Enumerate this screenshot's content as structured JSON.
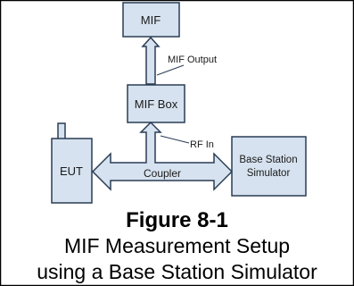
{
  "diagram": {
    "nodes": {
      "mif": "MIF",
      "mif_box": "MIF Box",
      "eut": "EUT",
      "base_station_line1": "Base Station",
      "base_station_line2": "Simulator"
    },
    "labels": {
      "mif_output": "MIF Output",
      "rf_in": "RF In",
      "coupler": "Coupler"
    },
    "colors": {
      "box_fill": "#d6e2ef",
      "arrow_fill": "#d6e2ef",
      "stroke": "#2a3d55"
    }
  },
  "caption": {
    "title": "Figure 8-1",
    "line1": "MIF Measurement Setup",
    "line2": "using a Base Station Simulator"
  }
}
